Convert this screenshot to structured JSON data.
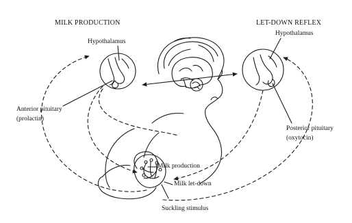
{
  "headings": {
    "left": "MILK PRODUCTION",
    "right": "LET-DOWN REFLEX"
  },
  "labels": {
    "hypothalamus_left": "Hypothalamus",
    "hypothalamus_right": "Hypothalamus",
    "anterior_line1": "Anterior pituitary",
    "anterior_line2": "(prolactin)",
    "posterior_line1": "Posterior pituitary",
    "posterior_line2": "(oxytocin)",
    "milk_production": "Milk production",
    "milk_letdown": "Milk let-down",
    "suckling": "Suckling stimulus"
  },
  "colors": {
    "ink": "#1a1a1a",
    "background": "#ffffff"
  }
}
